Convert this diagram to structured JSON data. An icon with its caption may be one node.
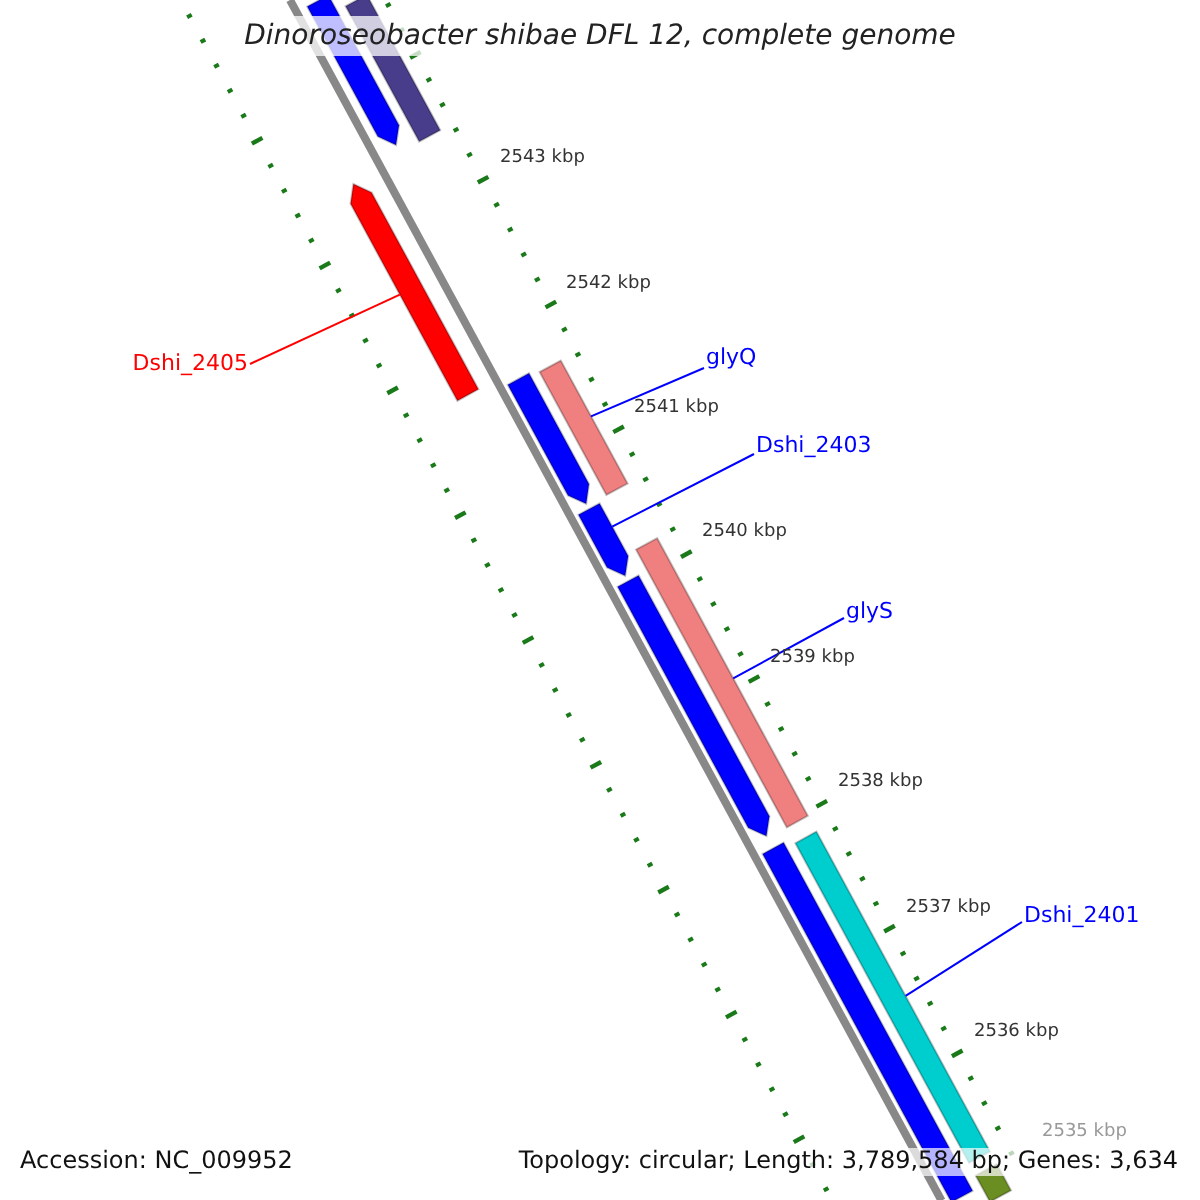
{
  "diagram": {
    "title": "Dinoroseobacter shibae DFL 12, complete genome",
    "nodes": [
      {
        "text": [],
        "shape": "arrow"
      },
      {
        "text": [],
        "shape": "bar"
      },
      {
        "text": [],
        "shape": "arrow"
      },
      {
        "text": [
          "Dshi_2405"
        ]
      },
      {
        "text": [
          "glyQ"
        ]
      },
      {
        "text": [],
        "shape": "bar"
      },
      {
        "text": [],
        "shape": "arrow"
      },
      {
        "text": [
          "Dshi_2403"
        ]
      },
      {
        "text": [],
        "shape": "arrow"
      },
      {
        "text": [],
        "shape": "bar"
      },
      {
        "text": [],
        "shape": "arrow"
      },
      {
        "text": [
          "glyS"
        ]
      },
      {
        "text": [],
        "shape": "bar"
      },
      {
        "text": [],
        "shape": "bar"
      },
      {
        "text": [
          "Dshi_2401"
        ]
      },
      {
        "text": [],
        "shape": "bar"
      }
    ],
    "edges": [
      {
        "from": 3,
        "to": 2,
        "arrow": "none",
        "color": "#ff0000"
      },
      {
        "from": 4,
        "to": 5,
        "arrow": "none"
      },
      {
        "from": 7,
        "to": 8,
        "arrow": "none"
      },
      {
        "from": 11,
        "to": 9,
        "arrow": "none"
      },
      {
        "from": 14,
        "to": 12,
        "arrow": "none"
      }
    ],
    "labels": [
      "2543 kbp",
      "2542 kbp",
      "2541 kbp",
      "2540 kbp",
      "2539 kbp",
      "2538 kbp",
      "2537 kbp",
      "2536 kbp",
      "2535 kbp",
      "Accession: NC_009952",
      "Topology: circular; Length: 3,789,584 bp; Genes: 3,634"
    ]
  }
}
